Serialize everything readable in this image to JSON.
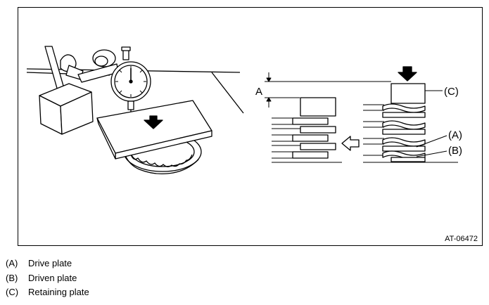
{
  "figure": {
    "id_label": "AT-06472",
    "callouts": {
      "dimension": "A",
      "drive_plate": "(A)",
      "driven_plate": "(B)",
      "retaining_plate": "(C)"
    }
  },
  "legend": [
    {
      "key": "(A)",
      "text": "Drive plate"
    },
    {
      "key": "(B)",
      "text": "Driven plate"
    },
    {
      "key": "(C)",
      "text": "Retaining plate"
    }
  ]
}
